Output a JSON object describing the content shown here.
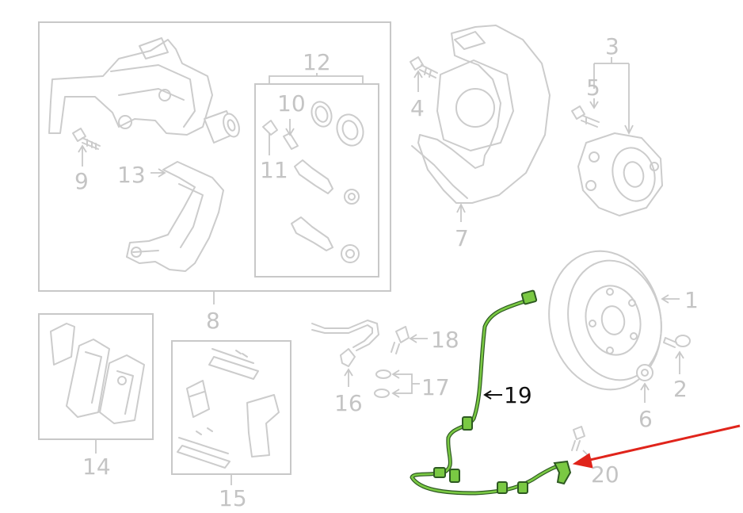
{
  "labels": {
    "p1": "1",
    "p2": "2",
    "p3": "3",
    "p4": "4",
    "p5": "5",
    "p6": "6",
    "p7": "7",
    "p8": "8",
    "p9": "9",
    "p10": "10",
    "p11": "11",
    "p12": "12",
    "p13": "13",
    "p14": "14",
    "p15": "15",
    "p16": "16",
    "p17": "17",
    "p18": "18",
    "p19": "19",
    "p20": "20"
  },
  "colors": {
    "line_art": "#cccccc",
    "highlight_wire": "#7ac943",
    "wire_outline": "#2e5a22",
    "pointer_arrow": "#e0241b",
    "active_label": "#111111"
  }
}
